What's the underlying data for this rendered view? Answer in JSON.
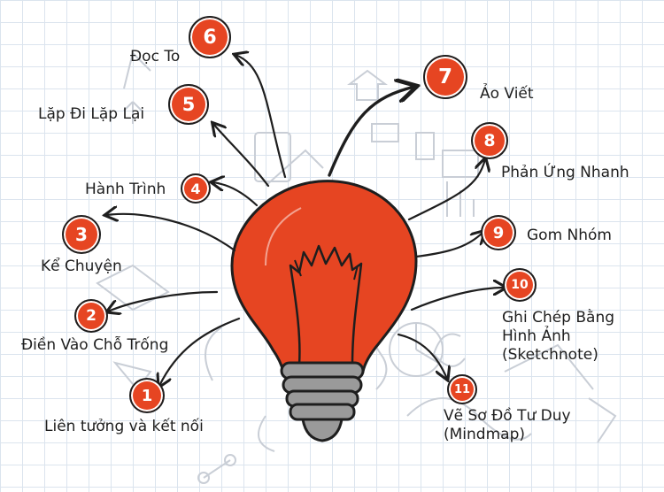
{
  "items": [
    {
      "number": "1",
      "label": "Liên tưởng và kết nối"
    },
    {
      "number": "2",
      "label": "Điền Vào Chỗ Trống"
    },
    {
      "number": "3",
      "label": "Kể Chuyện"
    },
    {
      "number": "4",
      "label": "Hành Trình"
    },
    {
      "number": "5",
      "label": "Lặp Đi Lặp Lại"
    },
    {
      "number": "6",
      "label": "Đọc To"
    },
    {
      "number": "7",
      "label": "Ảo Viết"
    },
    {
      "number": "8",
      "label": "Phản Ứng Nhanh"
    },
    {
      "number": "9",
      "label": "Gom Nhóm"
    },
    {
      "number": "10",
      "label_lines": [
        "Ghi Chép Bằng",
        "Hình Ảnh",
        "(Sketchnote)"
      ]
    },
    {
      "number": "11",
      "label_lines": [
        "Vẽ Sơ Đồ Tư Duy",
        "(Mindmap)"
      ]
    }
  ],
  "colors": {
    "accent": "#e64522",
    "ink": "#1e1e1e",
    "grid": "#dbe4ee",
    "sketch": "#c9ced6"
  }
}
